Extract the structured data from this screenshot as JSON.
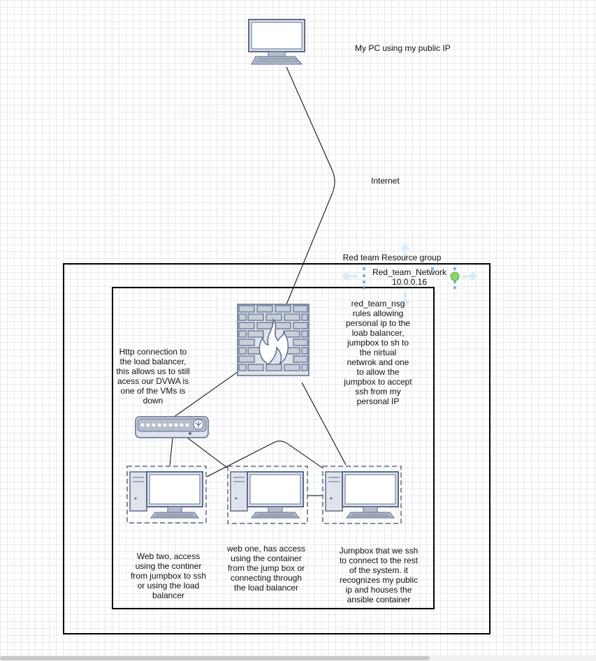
{
  "labels": {
    "pc": "My PC using my public IP",
    "internet": "Internet",
    "resource_group": "Red team Resource group",
    "network_name": "Red_team_Network",
    "network_ip": "10.0.0.16",
    "nsg": "red_team_nsg\nrules allowing\npersonal ip to the\nloab balancer,\njumpbox to sh to\nthe nirtual\nnetwrok and  one\nto allow the\njumpbox to accept\nssh from my\npersonal IP",
    "load_balancer": "Http connection to\nthe load balancer,\nthis allows us to still\nacess our DVWA is\none of the VMs is\ndown",
    "web_two": "Web two, access\nusing the continer\nfrom jumpbox to ssh\nor using the load\nbalancer",
    "web_one": "web one, has access\nusing the container\nfrom the jump box or\nconnecting through\nthe load balancer",
    "jumpbox": "Jumpbox that we ssh\nto connect to the rest\nof the system. it\nrecognizes my public\nip and houses the\nansible container"
  },
  "colors": {
    "icon_fill": "#dfe3ec",
    "icon_stroke": "#5a6b8c",
    "icon_dark": "#8b95ab",
    "selection_blue": "#3d9bd8",
    "selection_arrow": "#d9ecf8",
    "selection_handle": "#8ed36a"
  }
}
